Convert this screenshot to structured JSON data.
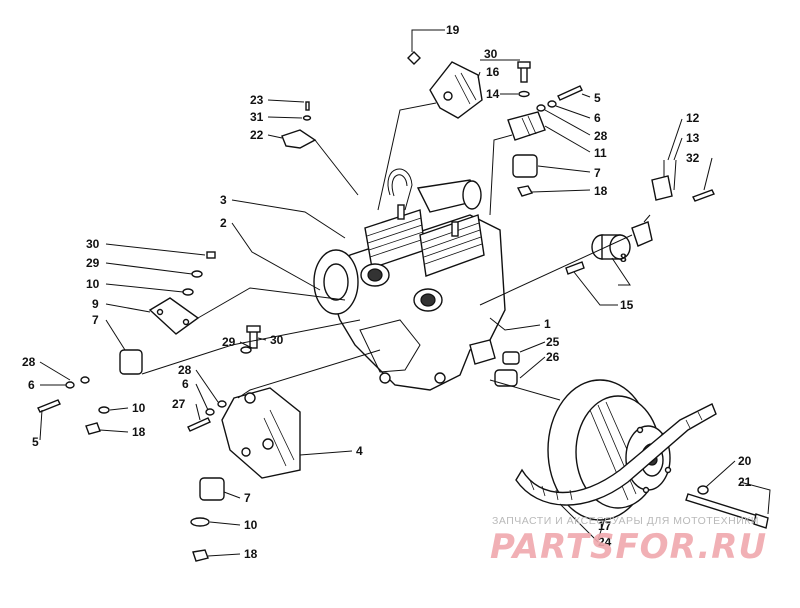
{
  "callouts": [
    {
      "label": "19"
    },
    {
      "label": "16"
    },
    {
      "label": "30"
    },
    {
      "label": "14"
    },
    {
      "label": "5"
    },
    {
      "label": "6"
    },
    {
      "label": "28"
    },
    {
      "label": "11"
    },
    {
      "label": "7"
    },
    {
      "label": "18"
    },
    {
      "label": "12"
    },
    {
      "label": "13"
    },
    {
      "label": "32"
    },
    {
      "label": "23"
    },
    {
      "label": "31"
    },
    {
      "label": "22"
    },
    {
      "label": "3"
    },
    {
      "label": "2"
    },
    {
      "label": "8"
    },
    {
      "label": "15"
    },
    {
      "label": "30"
    },
    {
      "label": "29"
    },
    {
      "label": "10"
    },
    {
      "label": "9"
    },
    {
      "label": "7"
    },
    {
      "label": "28"
    },
    {
      "label": "6"
    },
    {
      "label": "5"
    },
    {
      "label": "10"
    },
    {
      "label": "18"
    },
    {
      "label": "29"
    },
    {
      "label": "30"
    },
    {
      "label": "1"
    },
    {
      "label": "25"
    },
    {
      "label": "26"
    },
    {
      "label": "28"
    },
    {
      "label": "6"
    },
    {
      "label": "27"
    },
    {
      "label": "4"
    },
    {
      "label": "7"
    },
    {
      "label": "10"
    },
    {
      "label": "18"
    },
    {
      "label": "20"
    },
    {
      "label": "21"
    },
    {
      "label": "17"
    },
    {
      "label": "24"
    }
  ],
  "watermark": {
    "subtitle": "ЗАПЧАСТИ И АКСЕССУАРЫ ДЛЯ МОТОТЕХНИКИ",
    "logo_text": "PARTSFOR.RU",
    "logo_color": "#f0a8ad",
    "subtitle_color": "#b9b9b9"
  }
}
